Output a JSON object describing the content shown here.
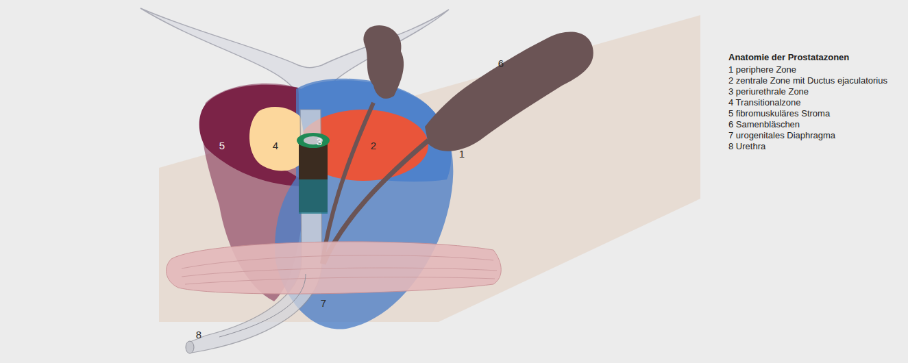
{
  "diagram": {
    "labels": [
      "5",
      "4",
      "3",
      "2",
      "1",
      "6",
      "7",
      "8",
      "Anatomie der Prostatazonen"
    ],
    "legend": [
      {
        "text": "1 periphere Zone"
      },
      {
        "text": "2 zentrale Zone mit Ductus ejaculatorius"
      },
      {
        "text": "3 periurethrale Zone"
      },
      {
        "text": "4 Transitionalzone"
      },
      {
        "text": "5 fibromuskuläres Stroma"
      },
      {
        "text": "6 Samenbläschen"
      },
      {
        "text": "7 urogenitales Diaphragma"
      },
      {
        "text": "8 Urethra"
      }
    ]
  }
}
